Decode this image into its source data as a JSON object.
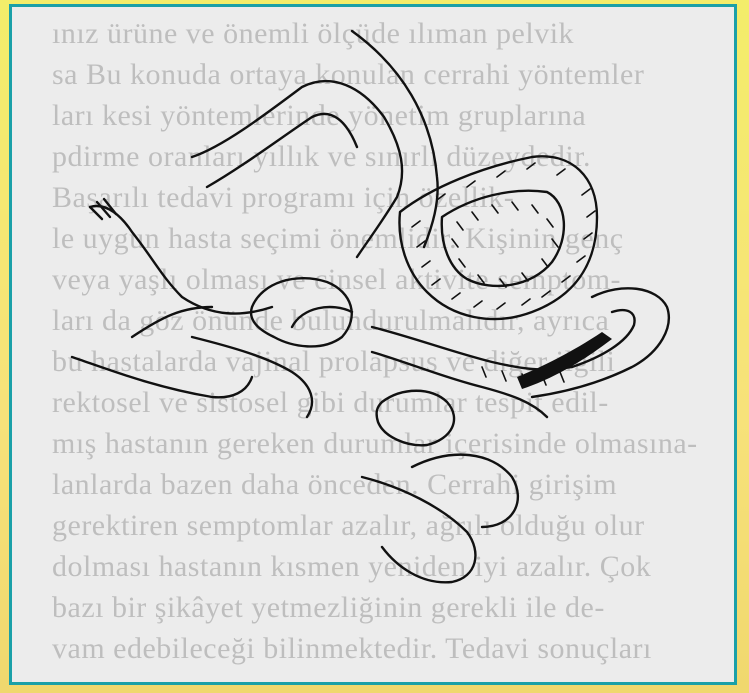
{
  "page": {
    "background_color": "#f3ed6a",
    "frame_border_color": "#1aa0a8",
    "paper_color": "#ececec"
  },
  "background_text_lines": [
    "ınız ürüne ve önemli ölçüde ılıman pelvik",
    "sa Bu konuda ortaya konulan cerrahi yöntemler",
    "ları kesi yöntemlerinde yönetim gruplarına",
    "pdirme oranları yıllık ve sınırlı düzeydedir.",
    "Başarılı tedavi programı için özellik-",
    "le uygun hasta seçimi önemlidir. Kişinin genç",
    "veya yaşlı olması ve cinsel aktivite semptom-",
    "ları da göz önünde bulundurulmalıdır, ayrıca",
    "bu hastalarda vajinal prolapsus ve diğer ilgili",
    "rektosel ve sistosel gibi durumlar tespit edil-",
    "mış hastanın gereken durumlar içerisinde olmasına-",
    "lanlarda bazen daha önceden. Cerrahi girişim",
    "gerektiren semptomlar azalır, ağrılı olduğu olur",
    "dolması hastanın kısmen yeniden iyi azalır. Çok",
    "bazı bir şikâyet yetmezliğinin gerekli ile de-",
    "vam edebileceği bilinmektedir. Tedavi sonuçları"
  ],
  "illustration": {
    "subject": "anatomical line drawing",
    "stroke_color": "#111111"
  }
}
